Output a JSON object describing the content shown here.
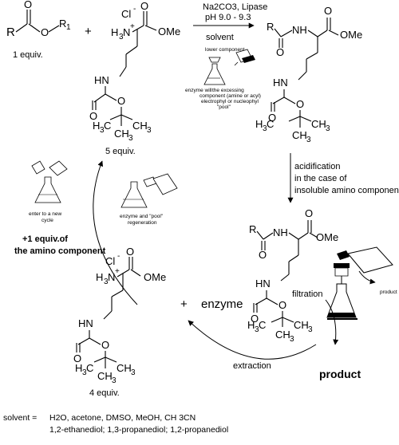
{
  "reaction": {
    "reagent_line1": "Na2CO3, Lipase",
    "reagent_line2": "pH 9.0 - 9.3",
    "solvent": "solvent",
    "lower_component": "lower component",
    "enzyme_note": [
      "enzyme will",
      "the excessing",
      "component (amine or acyl)",
      "electrophyl or nucleophyl",
      "\"pool\""
    ]
  },
  "ester": {
    "equiv": "1 equiv."
  },
  "amine_top": {
    "equiv": "5 equiv."
  },
  "amine_bottom": {
    "equiv": "4 equiv."
  },
  "acidification": [
    "acidification",
    "in the case of",
    "insoluble amino component"
  ],
  "filtration": "filtration",
  "product_small": "product",
  "product": "product",
  "extraction": "extraction",
  "enzyme": "enzyme",
  "plus_equiv": [
    "+1 equiv.of",
    "the amino component"
  ],
  "cycle_caption": [
    "enter to a new",
    "cycle"
  ],
  "regeneration_caption": [
    "enzyme and \"pool\"",
    "regeneration"
  ],
  "solvent_list": {
    "key": "solvent =",
    "line1": "H2O, acetone, DMSO, MeOH, CH 3CN",
    "line2": "1,2-ethanediol; 1,3-propanediol; 1,2-propanediol"
  }
}
